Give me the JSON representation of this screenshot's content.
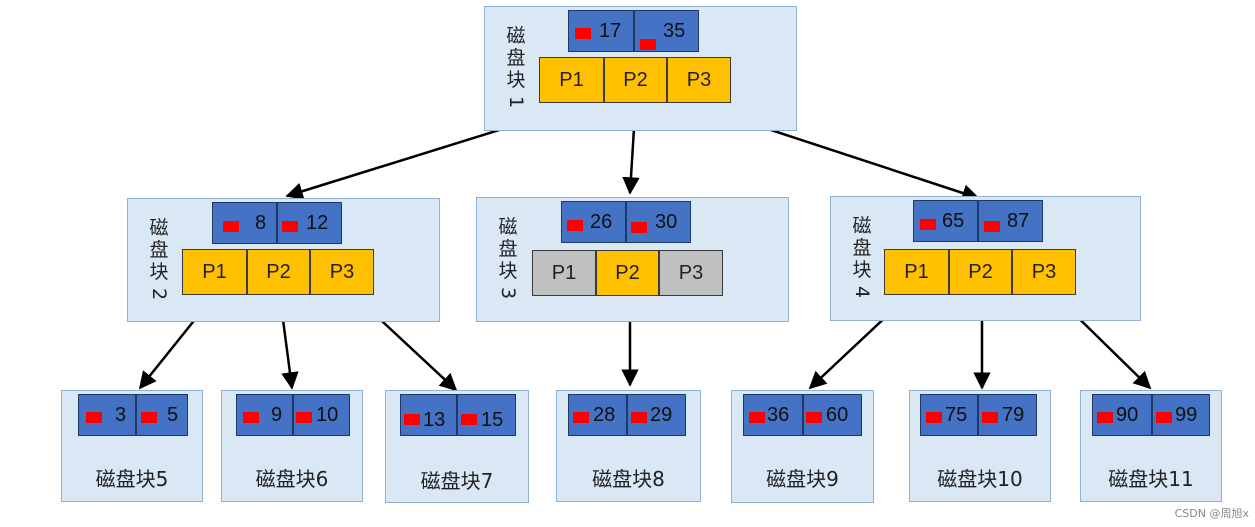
{
  "blocks": {
    "b1": {
      "label": "磁盘块1",
      "keys": [
        "17",
        "35"
      ],
      "pointers": [
        "P1",
        "P2",
        "P3"
      ]
    },
    "b2": {
      "label": "磁盘块2",
      "keys": [
        "8",
        "12"
      ],
      "pointers": [
        "P1",
        "P2",
        "P3"
      ]
    },
    "b3": {
      "label": "磁盘块3",
      "keys": [
        "26",
        "30"
      ],
      "pointers": [
        "P1",
        "P2",
        "P3"
      ]
    },
    "b4": {
      "label": "磁盘块4",
      "keys": [
        "65",
        "87"
      ],
      "pointers": [
        "P1",
        "P2",
        "P3"
      ]
    },
    "b5": {
      "label": "磁盘块5",
      "keys": [
        "3",
        "5"
      ]
    },
    "b6": {
      "label": "磁盘块6",
      "keys": [
        "9",
        "10"
      ]
    },
    "b7": {
      "label": "磁盘块7",
      "keys": [
        "13",
        "15"
      ]
    },
    "b8": {
      "label": "磁盘块8",
      "keys": [
        "28",
        "29"
      ]
    },
    "b9": {
      "label": "磁盘块9",
      "keys": [
        "36",
        "60"
      ]
    },
    "b10": {
      "label": "磁盘块10",
      "keys": [
        "75",
        "79"
      ]
    },
    "b11": {
      "label": "磁盘块11",
      "keys": [
        "90",
        "99"
      ]
    }
  },
  "colors": {
    "key_fill": "#4472c4",
    "marker": "#ff0000",
    "pointer_active": "#ffc000",
    "pointer_inactive": "#c0c0c0",
    "block_fill": "#dae8f5"
  },
  "watermark": "CSDN @周旭x"
}
